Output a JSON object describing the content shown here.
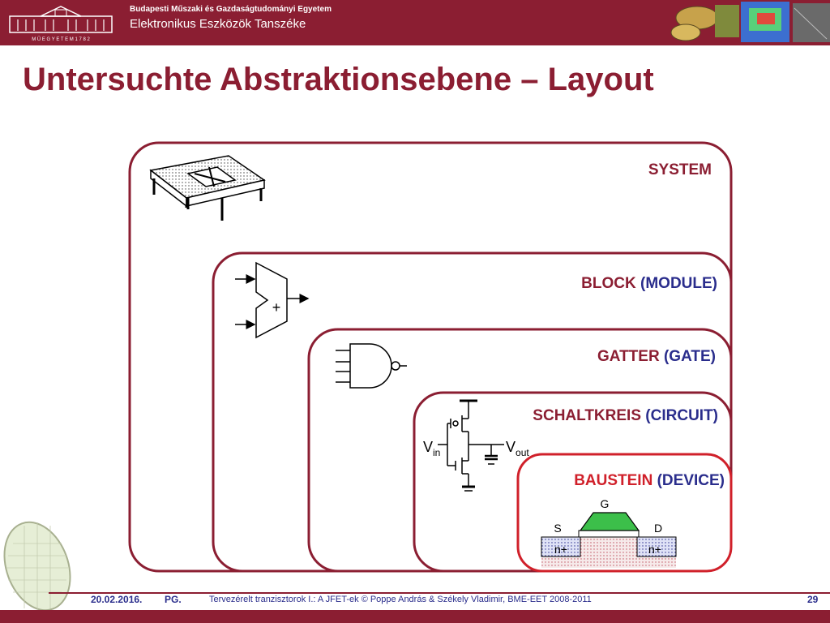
{
  "header": {
    "university": "Budapesti Műszaki és Gazdaságtudományi Egyetem",
    "department": "Elektronikus Eszközök Tanszéke",
    "logo_text": "M Ű E G Y E T E M   1 7 8 2"
  },
  "title": "Untersuchte Abstraktionsebene  –  Layout",
  "levels": [
    {
      "label": "SYSTEM",
      "sub": ""
    },
    {
      "label": "BLOCK",
      "sub": "(MODULE)"
    },
    {
      "label": "GATTER",
      "sub": "(GATE)"
    },
    {
      "label": "SCHALTKREIS",
      "sub": "(CIRCUIT)"
    },
    {
      "label": "BAUSTEIN",
      "sub": "(DEVICE)"
    }
  ],
  "block_symbol": "+",
  "circuit": {
    "vin": "V",
    "vin_sub": "in",
    "vout": "V",
    "vout_sub": "out"
  },
  "device": {
    "gate": "G",
    "source": "S",
    "drain": "D",
    "n_left": "n+",
    "n_right": "n+"
  },
  "footer": {
    "date": "20.02.2016.",
    "pg": "PG.",
    "course": "Tervezérelt tranzisztorok I.: A JFET-ek",
    "credits": "© Poppe András & Székely Vladimir, BME-EET 2008-2011",
    "page": "29"
  },
  "colors": {
    "brand": "#8b1e32",
    "label_red": "#8b1e32",
    "label_blue": "#2a2d8c",
    "device_border": "#d0202a"
  }
}
